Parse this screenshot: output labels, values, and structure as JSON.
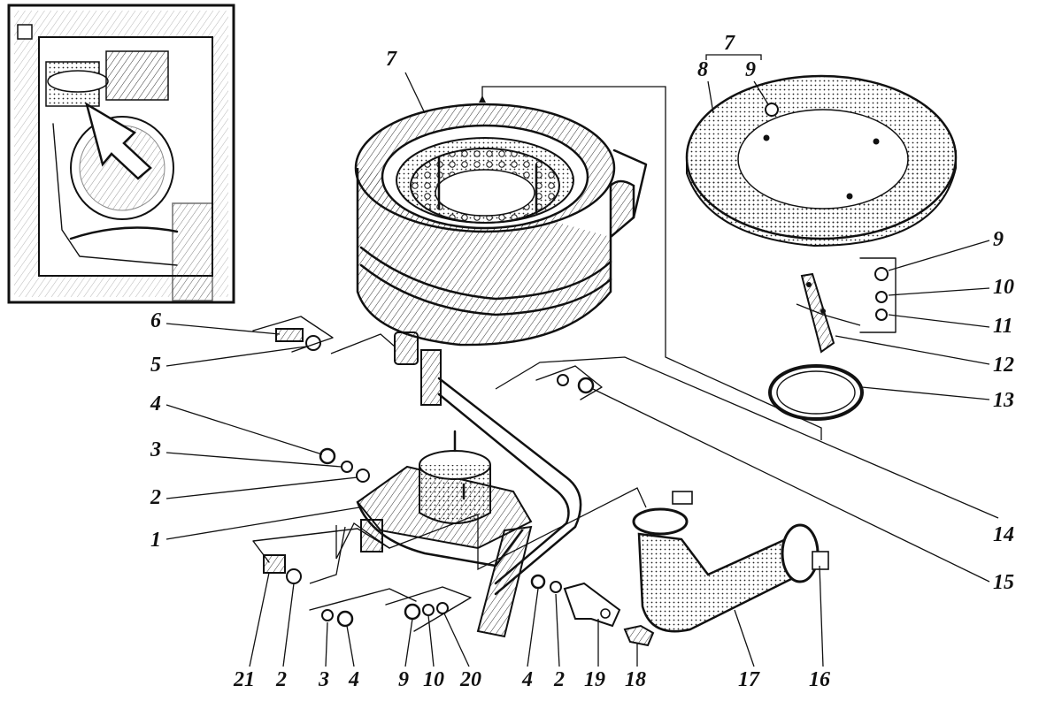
{
  "labels": {
    "inset_arrow": "",
    "top": {
      "group7": "7",
      "lid": "8",
      "lid_nut": "9",
      "filter": "7"
    },
    "right": {
      "n9": "9",
      "n10": "10",
      "n11": "11",
      "n12": "12",
      "n13": "13",
      "n14": "14",
      "n15": "15"
    },
    "left": {
      "n6": "6",
      "n5": "5",
      "n4": "4",
      "n3": "3",
      "n2": "2",
      "n1": "1"
    },
    "bottom": [
      "21",
      "2",
      "3",
      "4",
      "9",
      "10",
      "20",
      "4",
      "2",
      "19",
      "18",
      "17",
      "16"
    ]
  }
}
